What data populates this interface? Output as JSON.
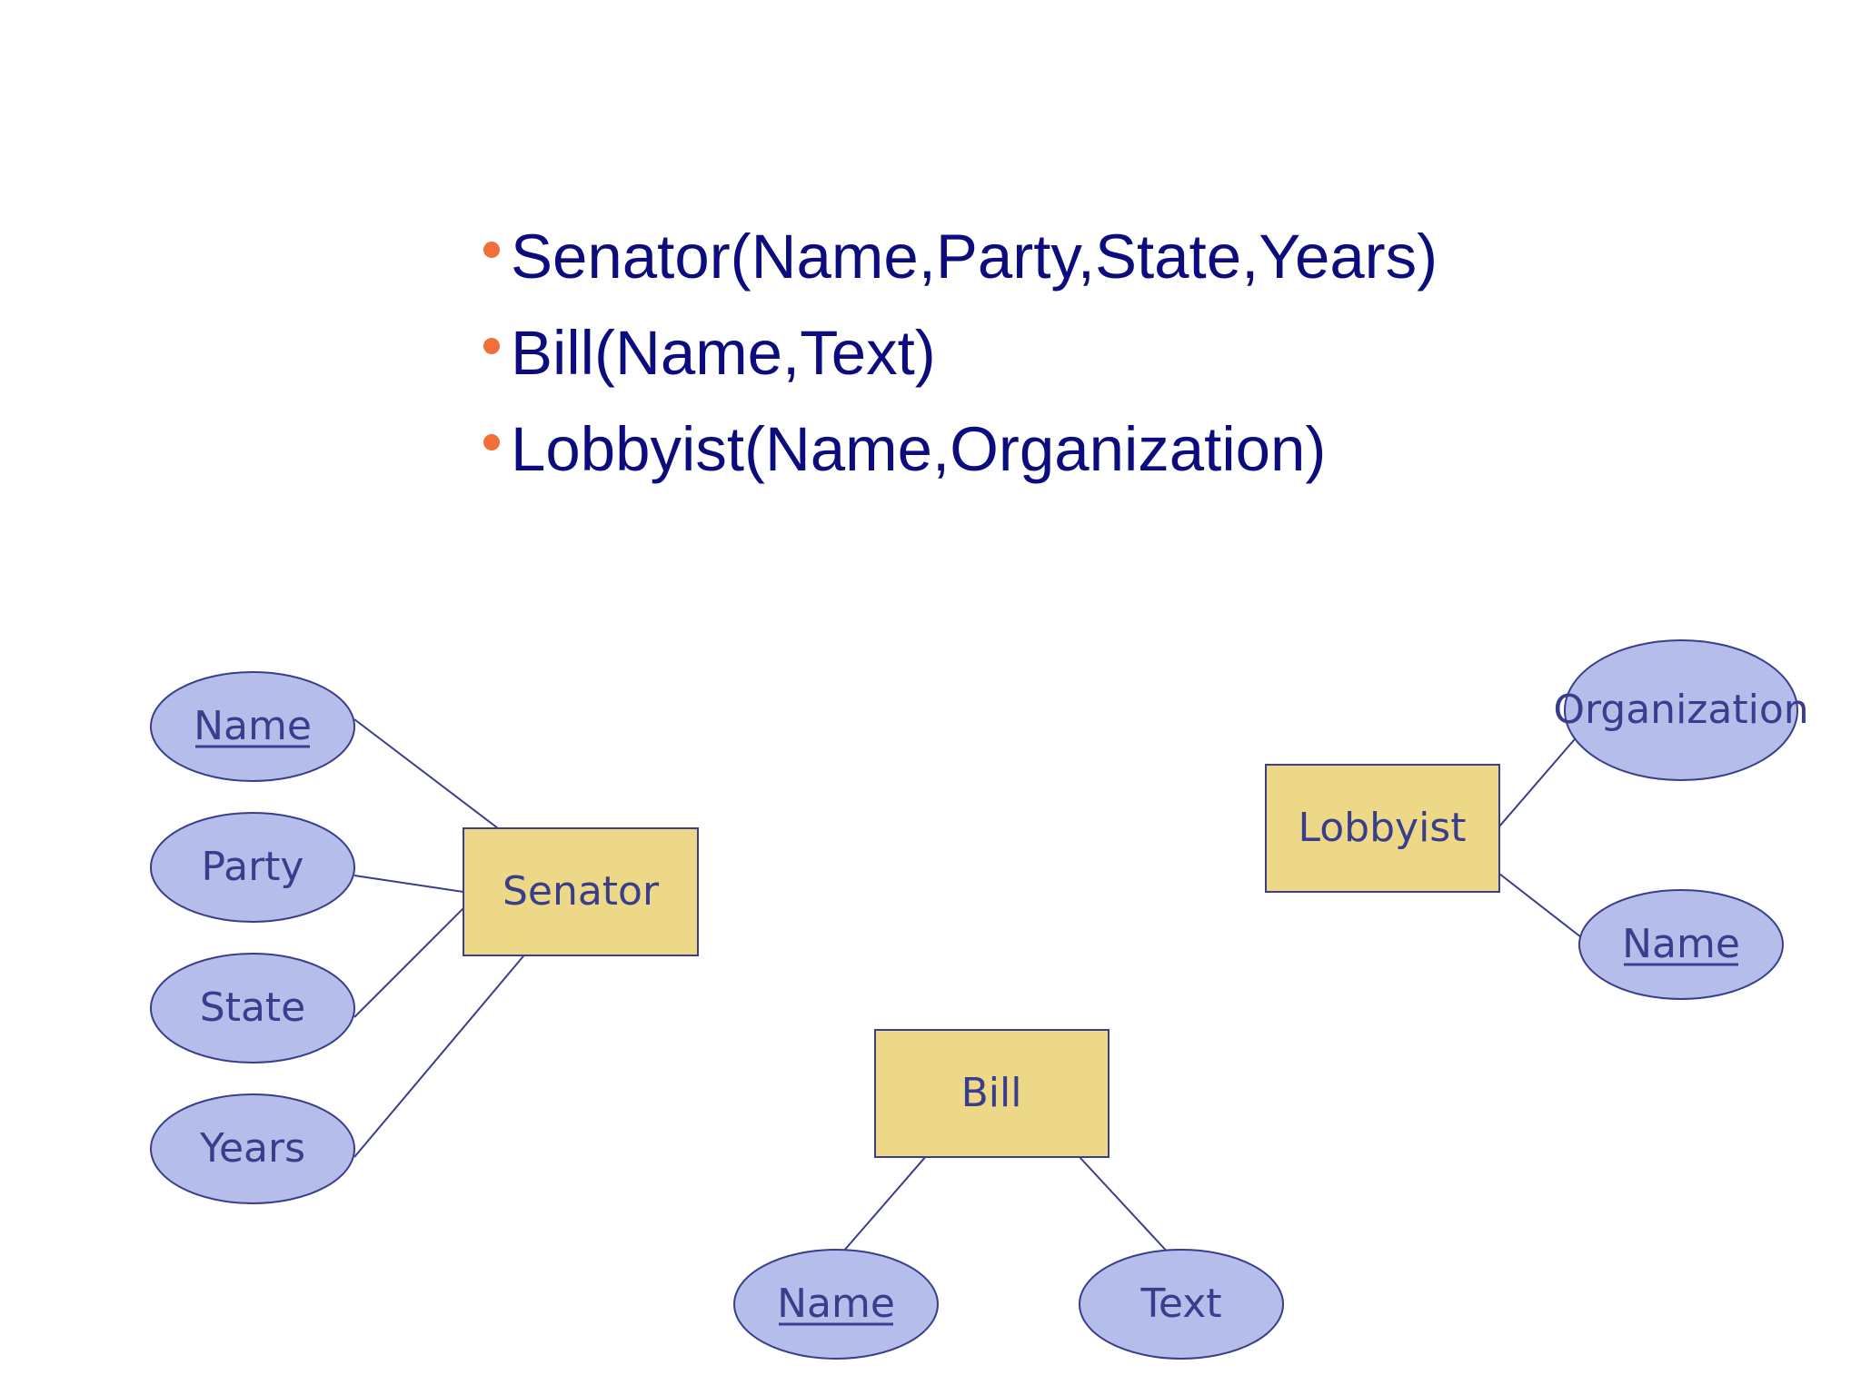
{
  "relations": [
    {
      "text": "Senator(Name,Party,State,Years)"
    },
    {
      "text": "Bill(Name,Text)"
    },
    {
      "text": "Lobbyist(Name,Organization)"
    }
  ],
  "diagram": {
    "entities": {
      "senator": {
        "label": "Senator"
      },
      "lobbyist": {
        "label": "Lobbyist"
      },
      "bill": {
        "label": "Bill"
      }
    },
    "attributes": {
      "senator_name": {
        "label": "Name",
        "key": true
      },
      "senator_party": {
        "label": "Party",
        "key": false
      },
      "senator_state": {
        "label": "State",
        "key": false
      },
      "senator_years": {
        "label": "Years",
        "key": false
      },
      "lobbyist_organization": {
        "label": "Organization",
        "key": false
      },
      "lobbyist_name": {
        "label": "Name",
        "key": true
      },
      "bill_name": {
        "label": "Name",
        "key": true
      },
      "bill_text": {
        "label": "Text",
        "key": false
      }
    }
  },
  "colors": {
    "bullet": "#f26f3a",
    "text": "#0c0c7e",
    "entity_fill": "#ecd886",
    "entity_stroke": "#3a3d8c",
    "attribute_fill": "#b5bdea",
    "attribute_stroke": "#3a3d8c"
  }
}
